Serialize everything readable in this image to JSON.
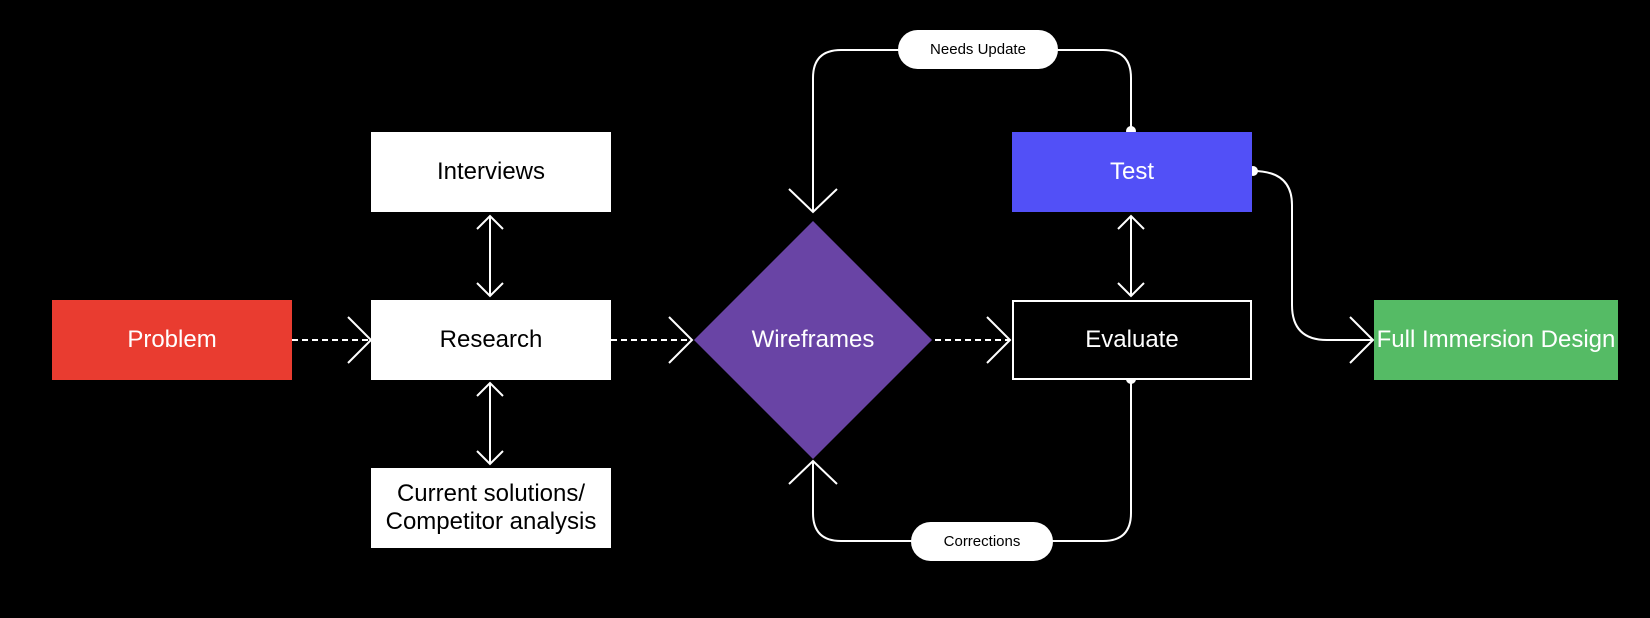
{
  "nodes": {
    "problem": "Problem",
    "interviews": "Interviews",
    "research": "Research",
    "current_solutions": "Current solutions/\nCompetitor analysis",
    "wireframes": "Wireframes",
    "test": "Test",
    "evaluate": "Evaluate",
    "full_immersion": "Full Immersion Design"
  },
  "edge_labels": {
    "needs_update": "Needs Update",
    "corrections": "Corrections"
  },
  "colors": {
    "background": "#000000",
    "problem": "#e93c30",
    "wireframes": "#6944a5",
    "test": "#5250f7",
    "full_immersion": "#55bb65",
    "line": "#ffffff"
  }
}
